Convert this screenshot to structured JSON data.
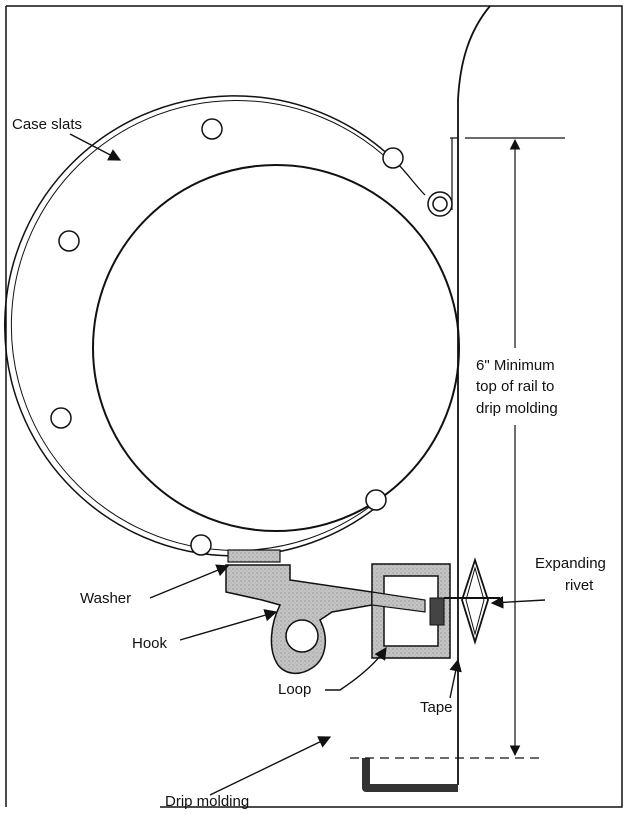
{
  "labels": {
    "case_slats": "Case slats",
    "dimension_line1": "6\" Minimum",
    "dimension_line2": "top of rail to",
    "dimension_line3": "drip molding",
    "expanding_rivet_line1": "Expanding",
    "expanding_rivet_line2": "rivet",
    "washer": "Washer",
    "hook": "Hook",
    "loop": "Loop",
    "tape": "Tape",
    "drip_molding": "Drip molding"
  },
  "colors": {
    "line": "#111111",
    "metal_fill": "#b8b8b8",
    "molding": "#333333",
    "background": "#ffffff"
  }
}
